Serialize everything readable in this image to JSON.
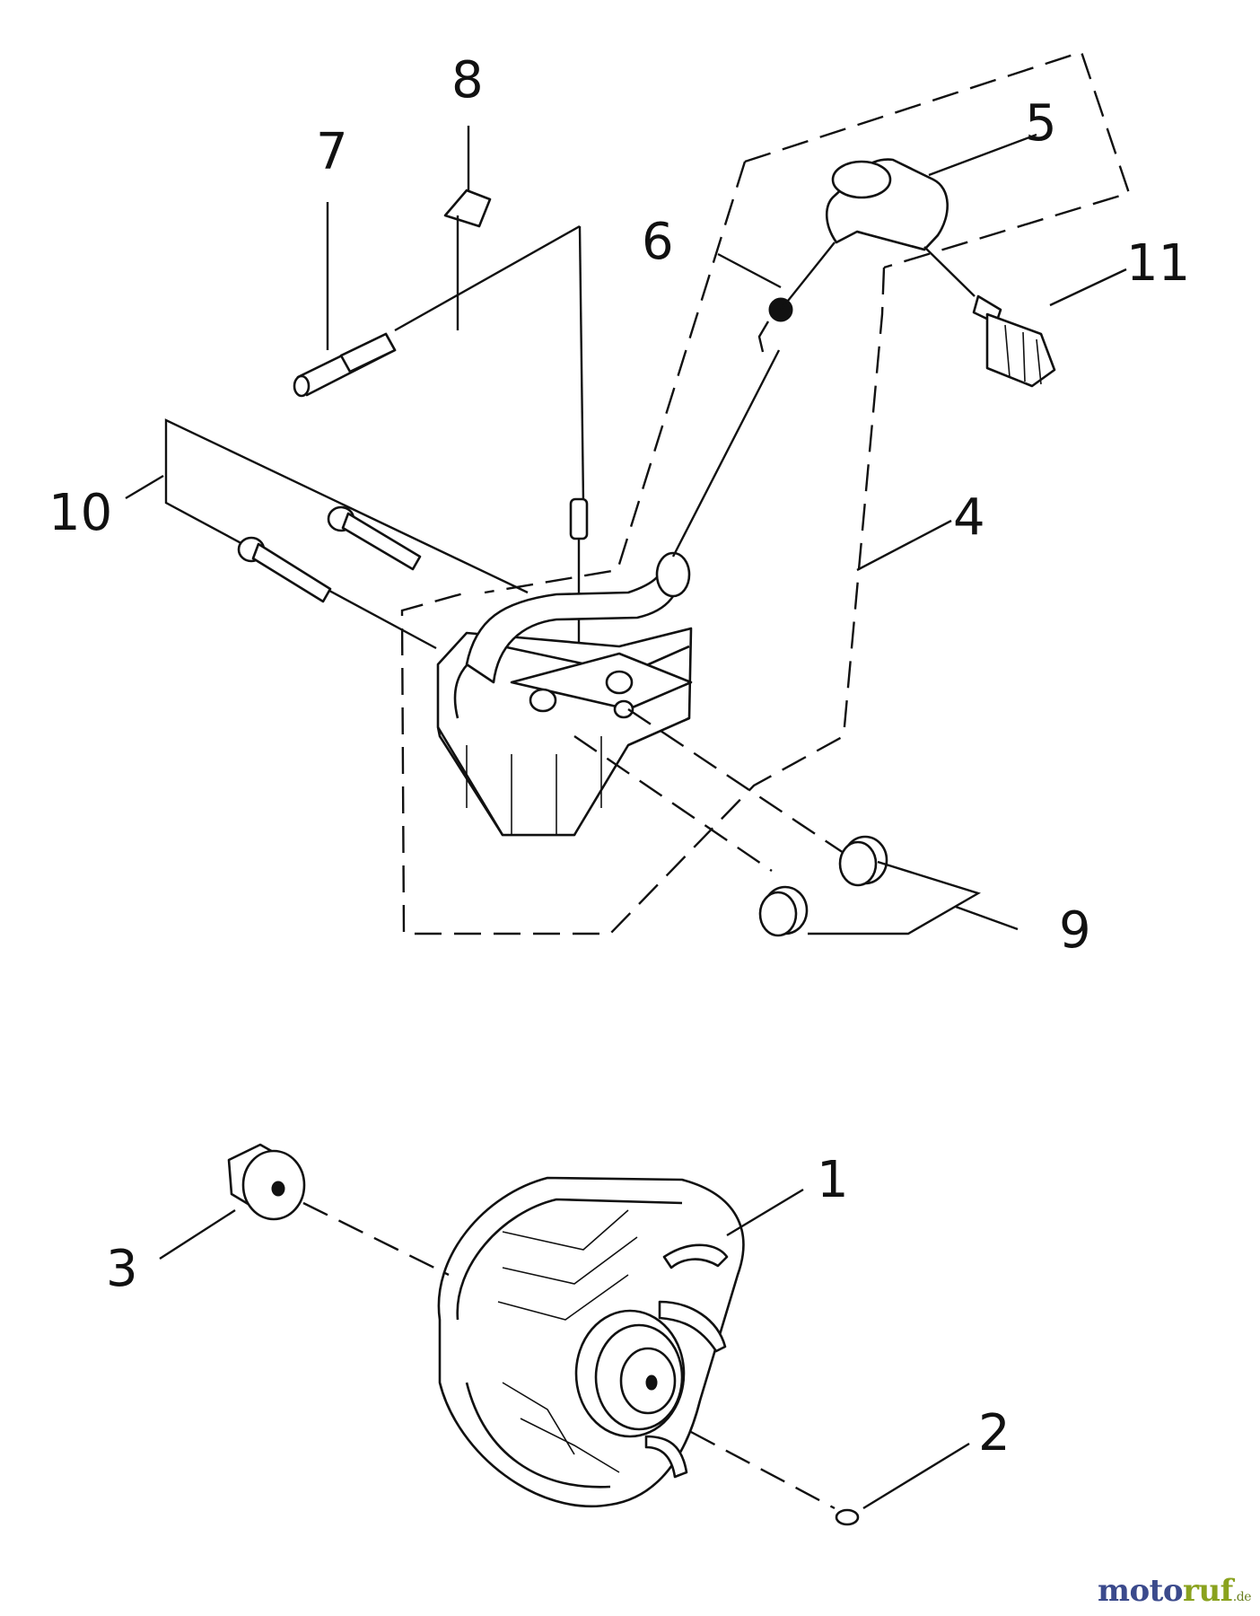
{
  "callouts": {
    "c1": "1",
    "c2": "2",
    "c3": "3",
    "c4": "4",
    "c5": "5",
    "c6": "6",
    "c7": "7",
    "c8": "8",
    "c9": "9",
    "c10": "10",
    "c11": "11"
  },
  "logo": {
    "name": "motoruf",
    "suffix": ".de",
    "colors": {
      "moto": "#3b4a8c",
      "ruf": "#8aa21e"
    }
  }
}
